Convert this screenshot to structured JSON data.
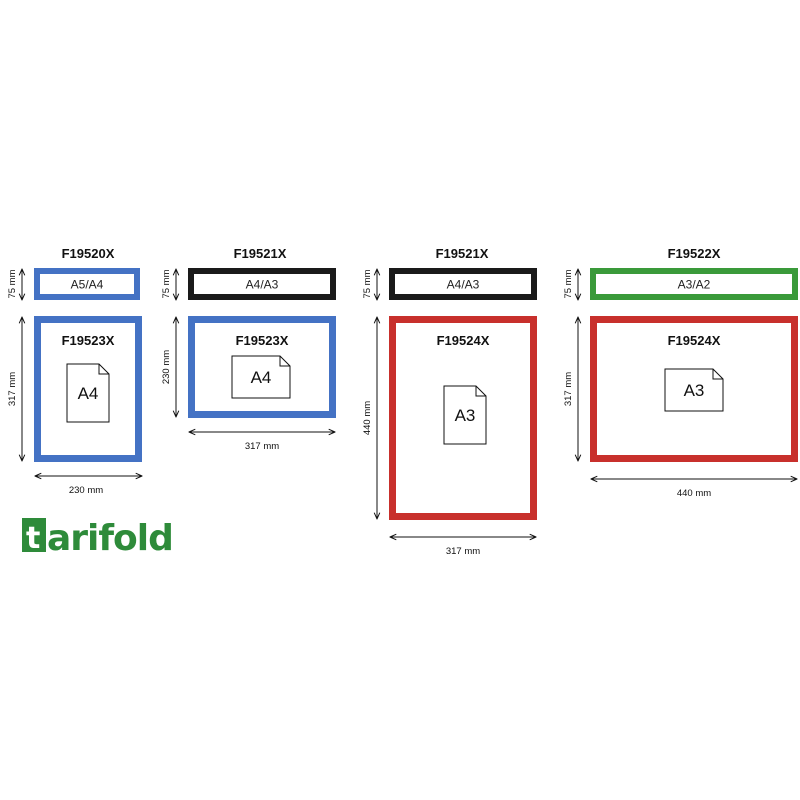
{
  "colors": {
    "blue": "#4472c4",
    "black": "#1a1a1a",
    "red": "#c8302c",
    "green": "#3a9a3a",
    "logo_green": "#2e8b3a"
  },
  "groups": [
    {
      "top_code": "F19520X",
      "top_label": "A5/A4",
      "top_color": "blue",
      "top_height_dim": "75 mm",
      "bottom_code": "F19523X",
      "bottom_color": "blue",
      "doc_label": "A4",
      "doc_orientation": "portrait",
      "bottom_height_dim": "317 mm",
      "bottom_width_dim": "230 mm"
    },
    {
      "top_code": "F19521X",
      "top_label": "A4/A3",
      "top_color": "black",
      "top_height_dim": "75 mm",
      "bottom_code": "F19523X",
      "bottom_color": "blue",
      "doc_label": "A4",
      "doc_orientation": "landscape",
      "bottom_height_dim": "230 mm",
      "bottom_width_dim": "317 mm"
    },
    {
      "top_code": "F19521X",
      "top_label": "A4/A3",
      "top_color": "black",
      "top_height_dim": "75 mm",
      "bottom_code": "F19524X",
      "bottom_color": "red",
      "doc_label": "A3",
      "doc_orientation": "portrait",
      "bottom_height_dim": "440 mm",
      "bottom_width_dim": "317 mm"
    },
    {
      "top_code": "F19522X",
      "top_label": "A3/A2",
      "top_color": "green",
      "top_height_dim": "75 mm",
      "bottom_code": "F19524X",
      "bottom_color": "red",
      "doc_label": "A3",
      "doc_orientation": "landscape",
      "bottom_height_dim": "317 mm",
      "bottom_width_dim": "440 mm"
    }
  ],
  "logo": {
    "text": "tarifold"
  }
}
